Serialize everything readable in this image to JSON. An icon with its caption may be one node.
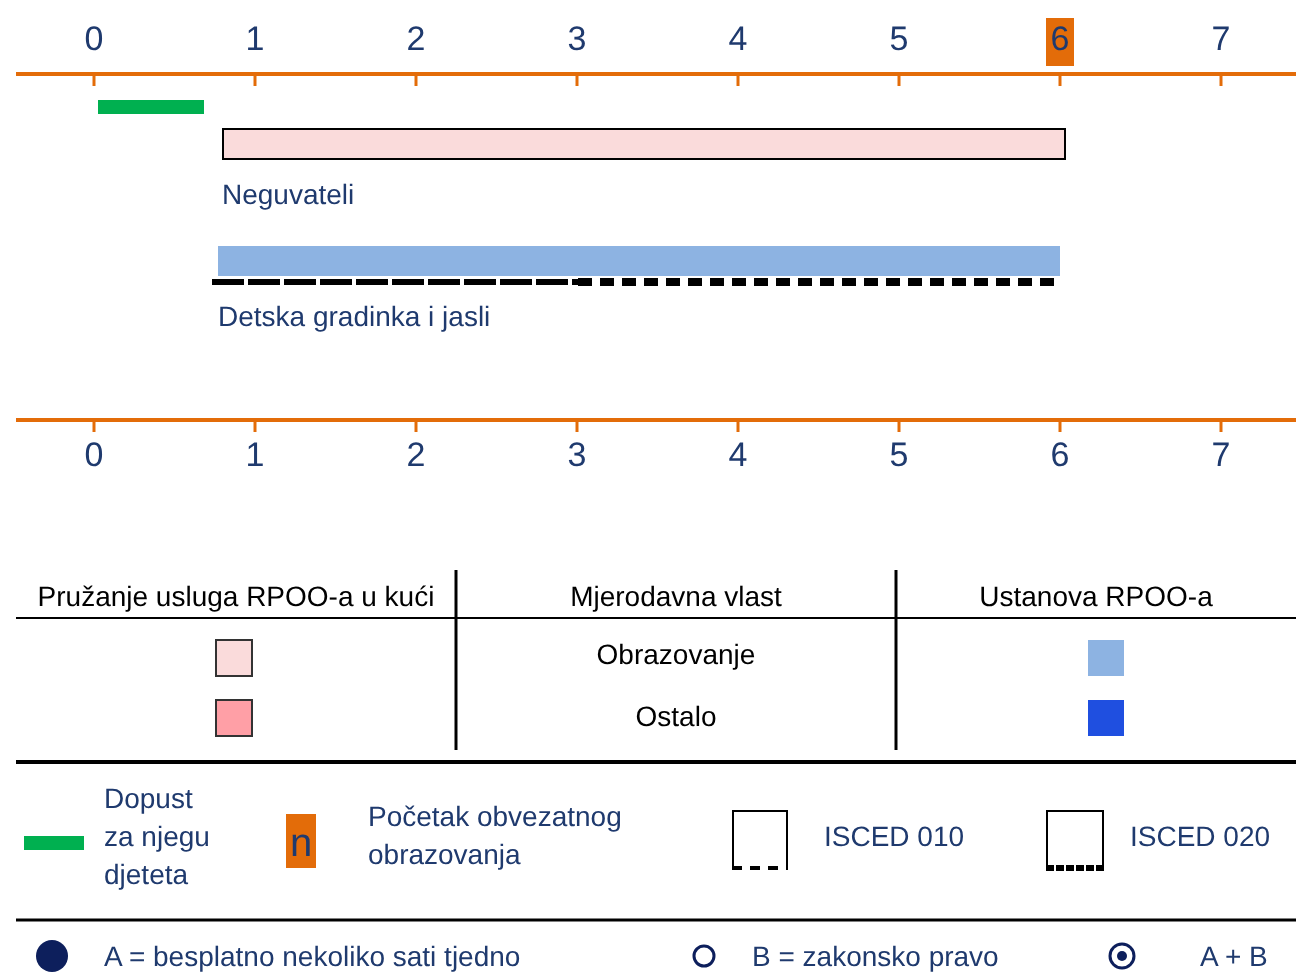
{
  "diagram": {
    "nodes": [
      {
        "text": [],
        "shape": "bar"
      },
      {
        "text": [
          "Neguvateli"
        ]
      },
      {
        "text": [
          "Detska gradinka i jasli"
        ]
      }
    ],
    "labels": [
      "0",
      "1",
      "2",
      "3",
      "4",
      "5",
      "6",
      "7",
      "0",
      "1",
      "2",
      "3",
      "4",
      "5",
      "6",
      "7",
      "Pružanje usluga RPOO-a u kući",
      "Mjerodavna vlast",
      "Ustanova RPOO-a",
      "Obrazovanje",
      "Ostalo",
      "n"
    ],
    "legend": [
      {
        "text": "Dopust za njegu djeteta",
        "color": "#00b050"
      },
      {
        "text": "Početak obvezatnog obrazovanja",
        "color": "#e36c09"
      },
      {
        "text": "ISCED 010"
      },
      {
        "text": "ISCED 020"
      },
      {
        "text": "A = besplatno nekoliko sati tjedno"
      },
      {
        "text": "B = zakonsko pravo"
      },
      {
        "text": "A + B"
      }
    ]
  }
}
